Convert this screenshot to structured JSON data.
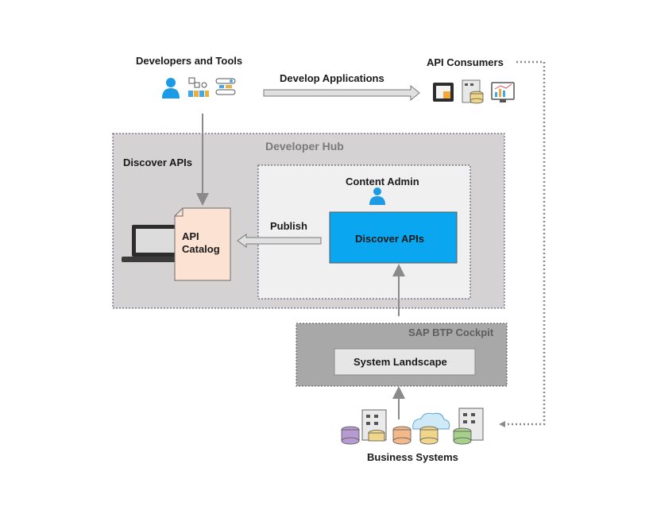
{
  "actors": {
    "developers_tools_label": "Developers and Tools",
    "api_consumers_label": "API Consumers",
    "business_systems_label": "Business Systems"
  },
  "flows": {
    "develop_applications": "Develop Applications",
    "discover_apis": "Discover APIs",
    "publish": "Publish"
  },
  "developer_hub": {
    "title": "Developer Hub",
    "content_admin_label": "Content Admin",
    "discover_apis_box": "Discover APIs",
    "api_catalog_label_line1": "API",
    "api_catalog_label_line2": "Catalog"
  },
  "btp_cockpit": {
    "title": "SAP BTP Cockpit",
    "system_landscape_label": "System Landscape"
  },
  "colors": {
    "hub_bg": "#d4d2d3",
    "cockpit_bg": "#a8a8a8",
    "accent_blue": "#0aa6ef",
    "catalog_bg": "#fbe2d3",
    "arrow_gray": "#8a8a8a",
    "person_blue": "#1b9be6"
  }
}
